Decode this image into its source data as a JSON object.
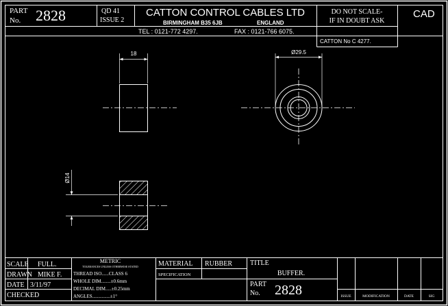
{
  "header": {
    "part_label": "PART",
    "no_label": "No.",
    "part_number": "2828",
    "qd": "QD 41",
    "issue": "ISSUE 2",
    "company": "CATTON CONTROL CABLES LTD",
    "address": "BIRMINGHAM B35 6JB",
    "country": "ENGLAND",
    "tel": "TEL : 0121-772 4297.",
    "fax": "FAX : 0121-766 6075.",
    "warning_line1": "DO NOT SCALE-",
    "warning_line2": "IF IN DOUBT ASK",
    "cad": "CAD",
    "catton_no": "CATTON No C 4277."
  },
  "dimensions": {
    "width": "18",
    "outer_diameter": "Ø29.5",
    "inner_diameter": "Ø14"
  },
  "title_block": {
    "scale_label": "SCALE",
    "scale_value": "FULL.",
    "drawn_label": "DRAWN",
    "drawn_value": "MIKE F.",
    "date_label": "DATE",
    "date_value": "3/11/97",
    "checked_label": "CHECKED",
    "metric_title": "METRIC",
    "metric_sub": "TOLERANCES UNLESS OTHERWISE STATED",
    "thread": "THREAD ISO......CLASS 6",
    "whole_dim": "WHOLE DIM........±0.6mm",
    "decimal_dim": "DECIMAL DIM.....±0.25mm",
    "angles": "ANGLES...............±1°",
    "material_label": "MATERIAL",
    "material_value": "RUBBER",
    "specification_label": "SPECIFICATION",
    "title_label": "TITLE",
    "title_value": "BUFFER.",
    "part_label": "PART",
    "no_label": "No.",
    "part_number": "2828",
    "issue_col": "ISSUE",
    "modification_col": "MODIFICATION",
    "date_col": "DATE",
    "sig_col": "SIG"
  }
}
